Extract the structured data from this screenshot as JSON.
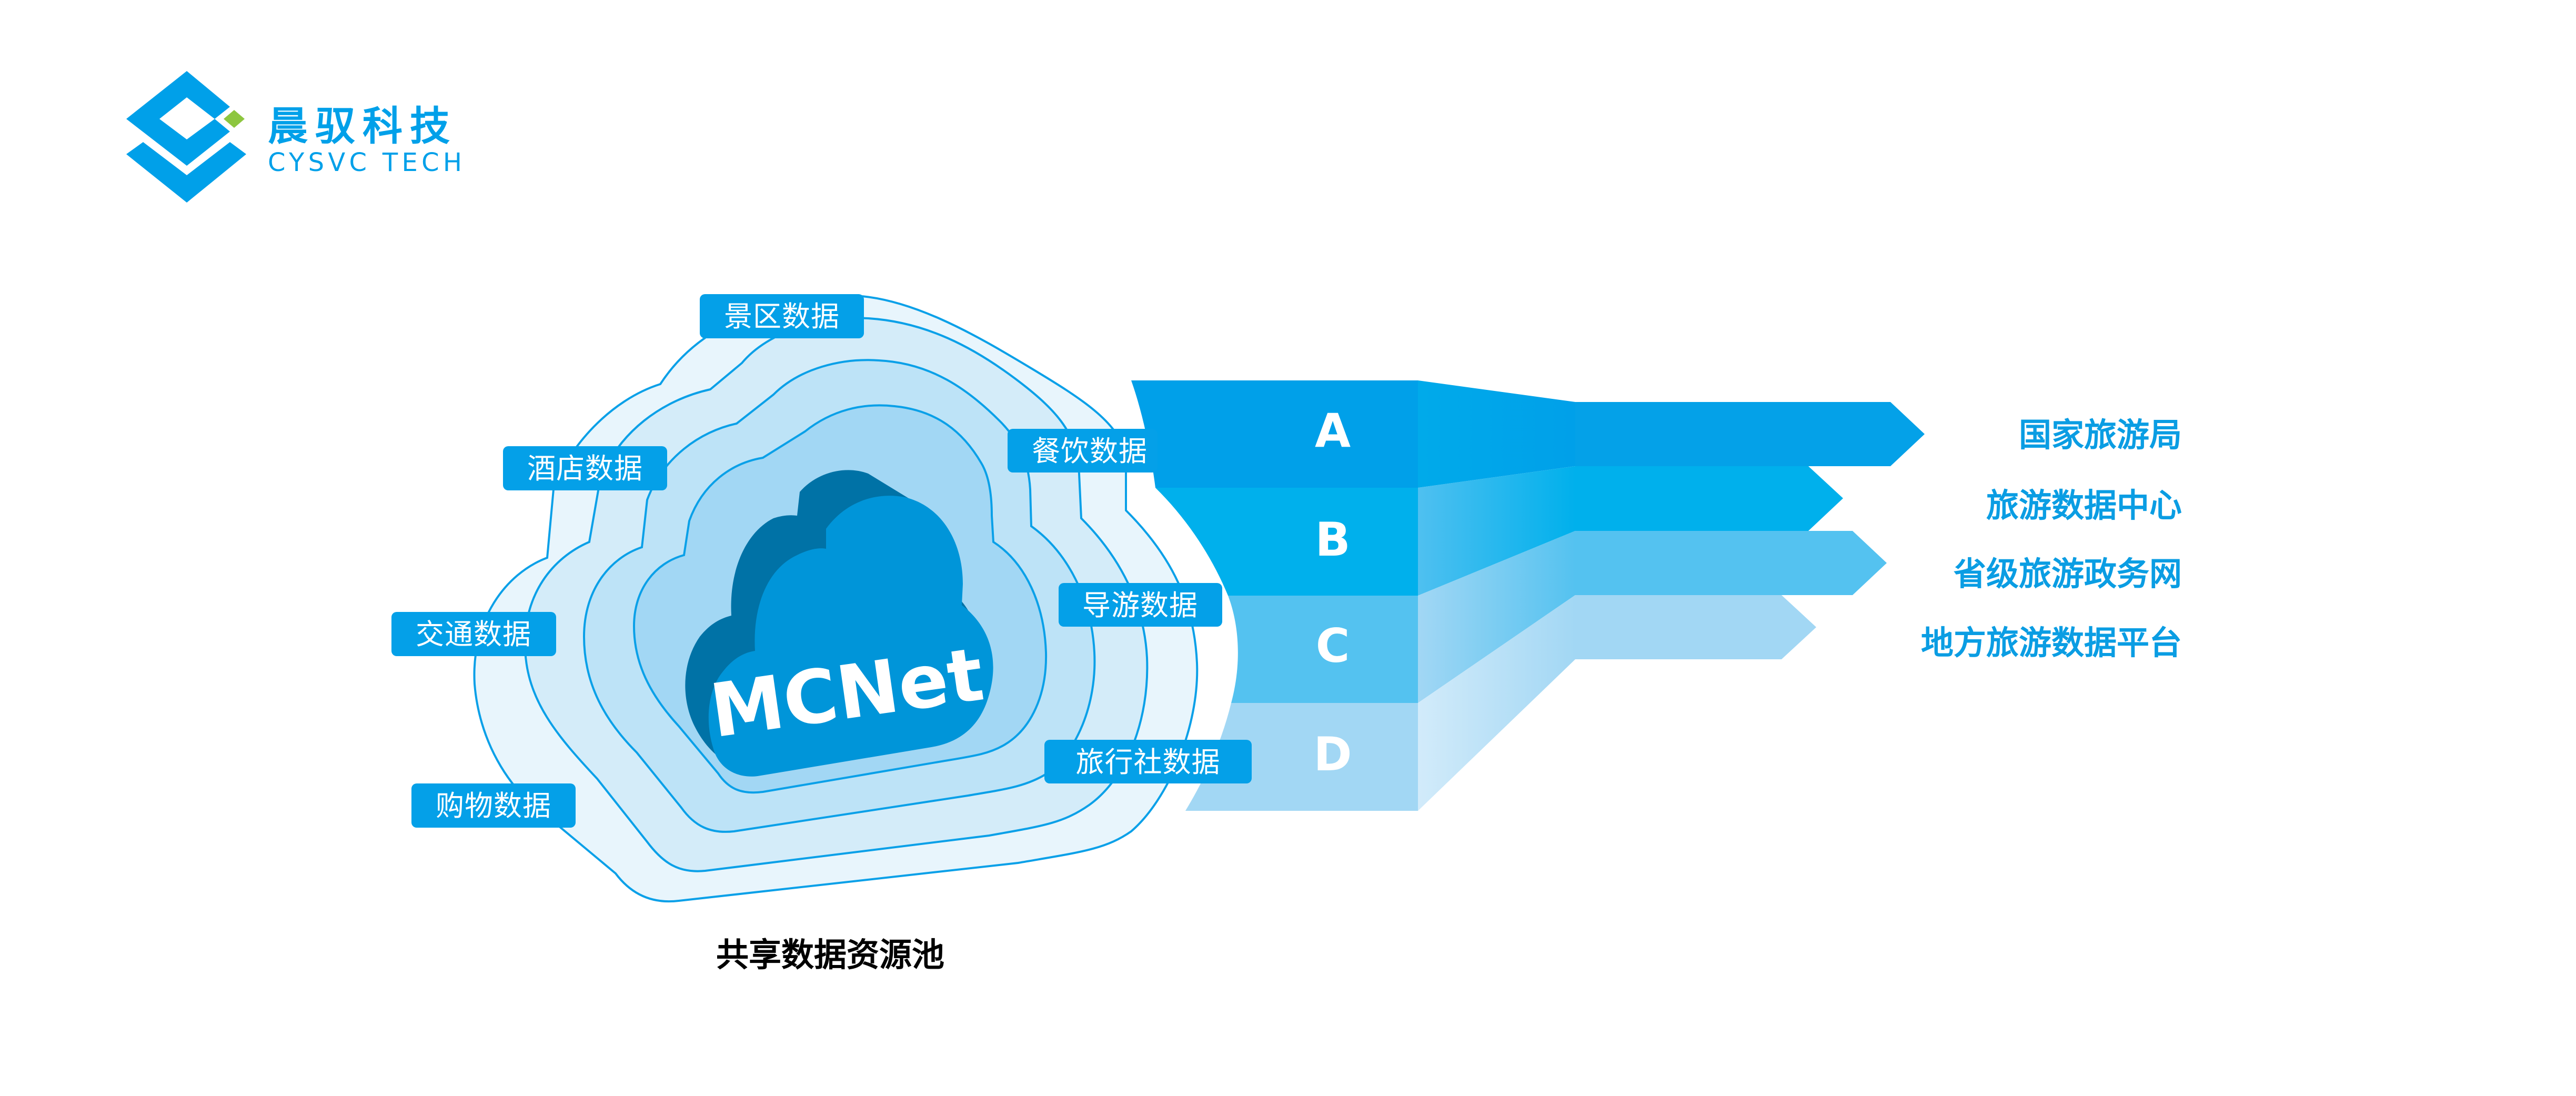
{
  "brand": {
    "name_cn": "晨驭科技",
    "name_en": "CYSVC TECH",
    "colors": {
      "primary": "#00a0e9",
      "accent": "#8dc63f"
    }
  },
  "cloud": {
    "center_label": "MCNet",
    "caption": "共享数据资源池",
    "layer_colors": [
      "#e8f5fc",
      "#d4ecf9",
      "#bde3f7",
      "#a2d7f4"
    ],
    "core_colors": {
      "front": "#0095d9",
      "side": "#0072a6"
    },
    "tags": [
      {
        "id": "scenic",
        "label": "景区数据"
      },
      {
        "id": "hotel",
        "label": "酒店数据"
      },
      {
        "id": "traffic",
        "label": "交通数据"
      },
      {
        "id": "shopping",
        "label": "购物数据"
      },
      {
        "id": "dining",
        "label": "餐饮数据"
      },
      {
        "id": "guide",
        "label": "导游数据"
      },
      {
        "id": "agency",
        "label": "旅行社数据"
      }
    ]
  },
  "channels": [
    {
      "letter": "A",
      "color": "#00a0e9",
      "destination": "国家旅游局"
    },
    {
      "letter": "B",
      "color": "#00b0ec",
      "destination": "旅游数据中心"
    },
    {
      "letter": "C",
      "color": "#54c2f0",
      "destination": "省级旅游政务网"
    },
    {
      "letter": "D",
      "color": "#a2d7f4",
      "destination": "地方旅游数据平台"
    }
  ]
}
